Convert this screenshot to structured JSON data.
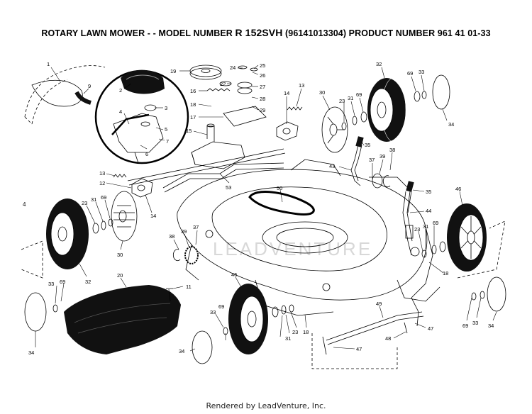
{
  "title": {
    "prefix": "ROTARY LAWN MOWER - - MODEL NUMBER ",
    "model": "R 152SVH",
    "suffix": "  (96141013304) PRODUCT NUMBER 961 41 01-33"
  },
  "page_mark": "4",
  "watermark": "LEADVENTURE",
  "footer": "Rendered by LeadVenture, Inc.",
  "callouts": [
    {
      "id": "c1",
      "text": "1"
    },
    {
      "id": "c2",
      "text": "2"
    },
    {
      "id": "c3",
      "text": "3"
    },
    {
      "id": "c4",
      "text": "4"
    },
    {
      "id": "c5",
      "text": "5"
    },
    {
      "id": "c6",
      "text": "6"
    },
    {
      "id": "c7",
      "text": "7"
    },
    {
      "id": "c9",
      "text": "9"
    },
    {
      "id": "c19",
      "text": "19"
    },
    {
      "id": "c24",
      "text": "24"
    },
    {
      "id": "c25",
      "text": "25"
    },
    {
      "id": "c26",
      "text": "26"
    },
    {
      "id": "c22",
      "text": "22"
    },
    {
      "id": "c27",
      "text": "27"
    },
    {
      "id": "c28",
      "text": "28"
    },
    {
      "id": "c29",
      "text": "29"
    },
    {
      "id": "c16",
      "text": "16"
    },
    {
      "id": "c18a",
      "text": "18"
    },
    {
      "id": "c17",
      "text": "17"
    },
    {
      "id": "c15",
      "text": "15"
    },
    {
      "id": "c14a",
      "text": "14"
    },
    {
      "id": "c13a",
      "text": "13"
    },
    {
      "id": "c30a",
      "text": "30"
    },
    {
      "id": "c23a",
      "text": "23"
    },
    {
      "id": "c31a",
      "text": "31"
    },
    {
      "id": "c69a",
      "text": "69"
    },
    {
      "id": "c32a",
      "text": "32"
    },
    {
      "id": "c69b",
      "text": "69"
    },
    {
      "id": "c33a",
      "text": "33"
    },
    {
      "id": "c34a",
      "text": "34"
    },
    {
      "id": "c35a",
      "text": "35"
    },
    {
      "id": "c43",
      "text": "43"
    },
    {
      "id": "c37a",
      "text": "37"
    },
    {
      "id": "c39a",
      "text": "39"
    },
    {
      "id": "c38a",
      "text": "38"
    },
    {
      "id": "c13b",
      "text": "13"
    },
    {
      "id": "c12",
      "text": "12"
    },
    {
      "id": "c53",
      "text": "53"
    },
    {
      "id": "c50",
      "text": "50"
    },
    {
      "id": "c35b",
      "text": "35"
    },
    {
      "id": "c44",
      "text": "44"
    },
    {
      "id": "c46a",
      "text": "46"
    },
    {
      "id": "c69c",
      "text": "69"
    },
    {
      "id": "c31b",
      "text": "31"
    },
    {
      "id": "c23b",
      "text": "23"
    },
    {
      "id": "c14b",
      "text": "14"
    },
    {
      "id": "c30b",
      "text": "30"
    },
    {
      "id": "c32b",
      "text": "32"
    },
    {
      "id": "c38b",
      "text": "38"
    },
    {
      "id": "c39b",
      "text": "39"
    },
    {
      "id": "c37b",
      "text": "37"
    },
    {
      "id": "c23c",
      "text": "23"
    },
    {
      "id": "c31c",
      "text": "31"
    },
    {
      "id": "c69d",
      "text": "69"
    },
    {
      "id": "c18b",
      "text": "18"
    },
    {
      "id": "c20",
      "text": "20"
    },
    {
      "id": "c11",
      "text": "11"
    },
    {
      "id": "c46b",
      "text": "46"
    },
    {
      "id": "c33b",
      "text": "33"
    },
    {
      "id": "c69e",
      "text": "69"
    },
    {
      "id": "c23d",
      "text": "23"
    },
    {
      "id": "c33c",
      "text": "33"
    },
    {
      "id": "c69f",
      "text": "69"
    },
    {
      "id": "c31d",
      "text": "31"
    },
    {
      "id": "c18c",
      "text": "18"
    },
    {
      "id": "c34b",
      "text": "34"
    },
    {
      "id": "c34c",
      "text": "34"
    },
    {
      "id": "c49",
      "text": "49"
    },
    {
      "id": "c47a",
      "text": "47"
    },
    {
      "id": "c48",
      "text": "48"
    },
    {
      "id": "c47b",
      "text": "47"
    },
    {
      "id": "c69g",
      "text": "69"
    },
    {
      "id": "c33d",
      "text": "33"
    },
    {
      "id": "c34d",
      "text": "34"
    }
  ]
}
